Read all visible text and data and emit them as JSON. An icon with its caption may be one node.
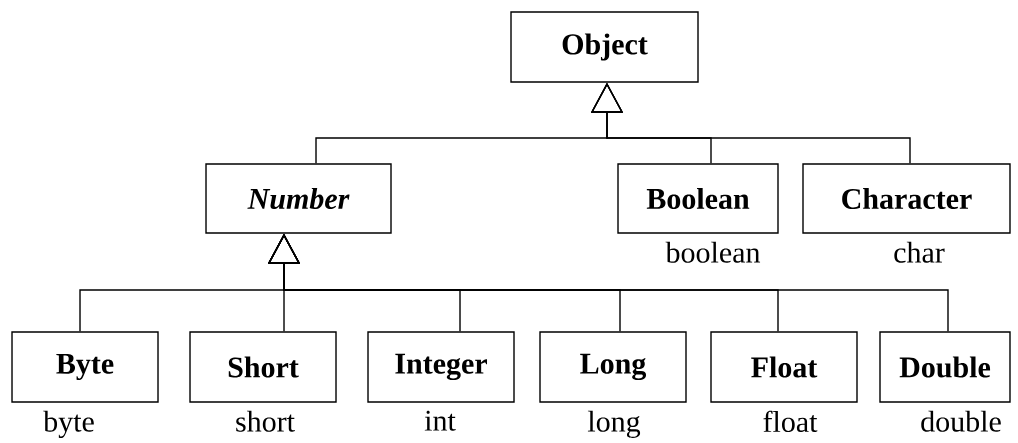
{
  "diagram": {
    "nodes": [
      {
        "text": [
          "Object"
        ]
      },
      {
        "text": [
          "Number"
        ]
      },
      {
        "text": [
          "Boolean"
        ],
        "beside": [
          "boolean"
        ]
      },
      {
        "text": [
          "Character"
        ],
        "beside": [
          "char"
        ]
      },
      {
        "text": [
          "Byte"
        ],
        "beside": [
          "byte"
        ]
      },
      {
        "text": [
          "Short"
        ],
        "beside": [
          "short"
        ]
      },
      {
        "text": [
          "Integer"
        ],
        "beside": [
          "int"
        ]
      },
      {
        "text": [
          "Long"
        ],
        "beside": [
          "long"
        ]
      },
      {
        "text": [
          "Float"
        ],
        "beside": [
          "float"
        ]
      },
      {
        "text": [
          "Double"
        ],
        "beside": [
          "double"
        ]
      }
    ],
    "edges": [
      {
        "from": 1,
        "to": 0,
        "arrow": "to"
      },
      {
        "from": 2,
        "to": 0,
        "arrow": "to"
      },
      {
        "from": 3,
        "to": 0,
        "arrow": "to"
      },
      {
        "from": 4,
        "to": 1,
        "arrow": "to"
      },
      {
        "from": 5,
        "to": 1,
        "arrow": "to"
      },
      {
        "from": 6,
        "to": 1,
        "arrow": "to"
      },
      {
        "from": 7,
        "to": 1,
        "arrow": "to"
      },
      {
        "from": 8,
        "to": 1,
        "arrow": "to"
      },
      {
        "from": 9,
        "to": 1,
        "arrow": "to"
      }
    ]
  }
}
